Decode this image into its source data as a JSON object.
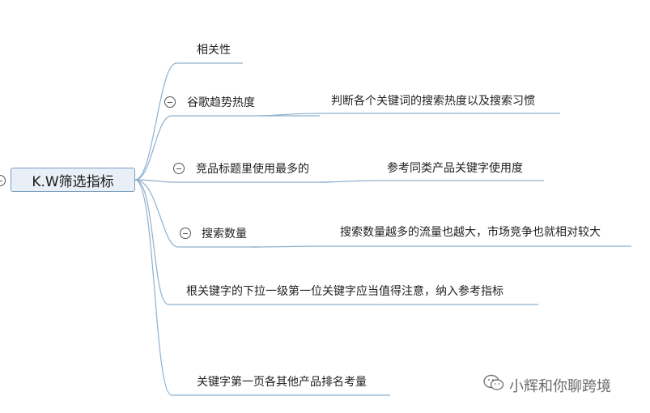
{
  "root": {
    "label": "K.W筛选指标"
  },
  "branches": [
    {
      "id": "relevance",
      "label": "相关性",
      "collapsible": false,
      "child": ""
    },
    {
      "id": "google-trends",
      "label": "谷歌趋势热度",
      "collapsible": true,
      "child": "判断各个关键词的搜索热度以及搜索习惯"
    },
    {
      "id": "competitor-titles",
      "label": "竞品标题里使用最多的",
      "collapsible": true,
      "child": "参考同类产品关键字使用度"
    },
    {
      "id": "search-volume",
      "label": "搜索数量",
      "collapsible": true,
      "child": "搜索数量越多的流量也越大，市场竞争也就相对较大"
    },
    {
      "id": "dropdown",
      "label": "根关键字的下拉一级第一位关键字应当值得注意，纳入参考指标",
      "collapsible": false,
      "child": ""
    },
    {
      "id": "first-page",
      "label": "关键字第一页各其他产品排名考量",
      "collapsible": false,
      "child": ""
    }
  ],
  "watermark": {
    "text": "小辉和你聊跨境"
  },
  "colors": {
    "line": "#8fb0cc",
    "root_bg": "#e8eff6",
    "root_border": "#7e9fbd"
  }
}
